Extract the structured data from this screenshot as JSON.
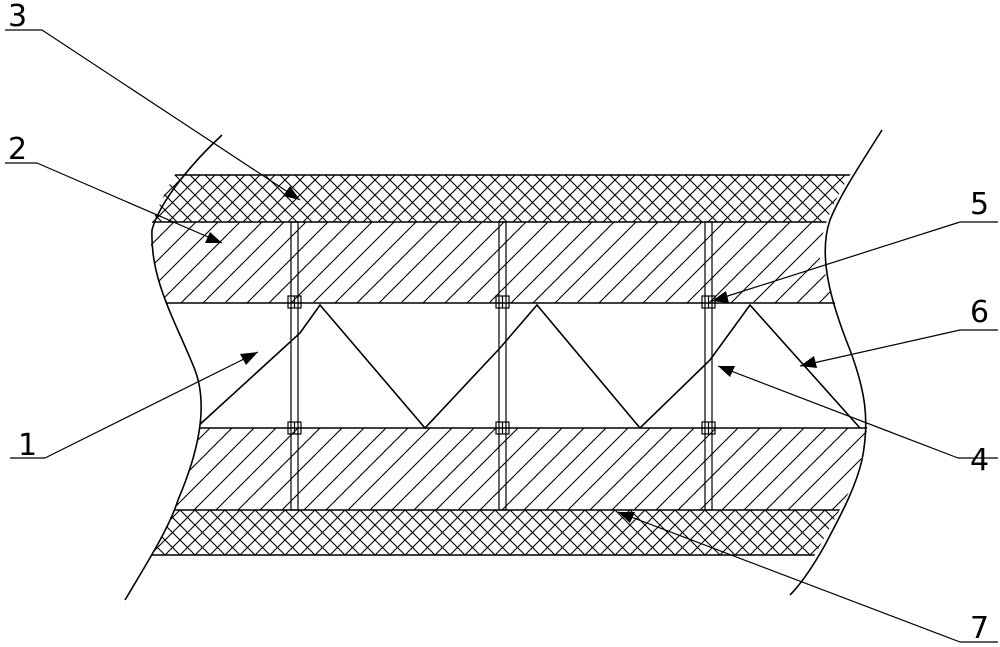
{
  "diagram": {
    "callouts": [
      {
        "id": "c3",
        "text": "3"
      },
      {
        "id": "c2",
        "text": "2"
      },
      {
        "id": "c5",
        "text": "5"
      },
      {
        "id": "c6",
        "text": "6"
      },
      {
        "id": "c1",
        "text": "1"
      },
      {
        "id": "c4",
        "text": "4"
      },
      {
        "id": "c7",
        "text": "7"
      }
    ]
  }
}
